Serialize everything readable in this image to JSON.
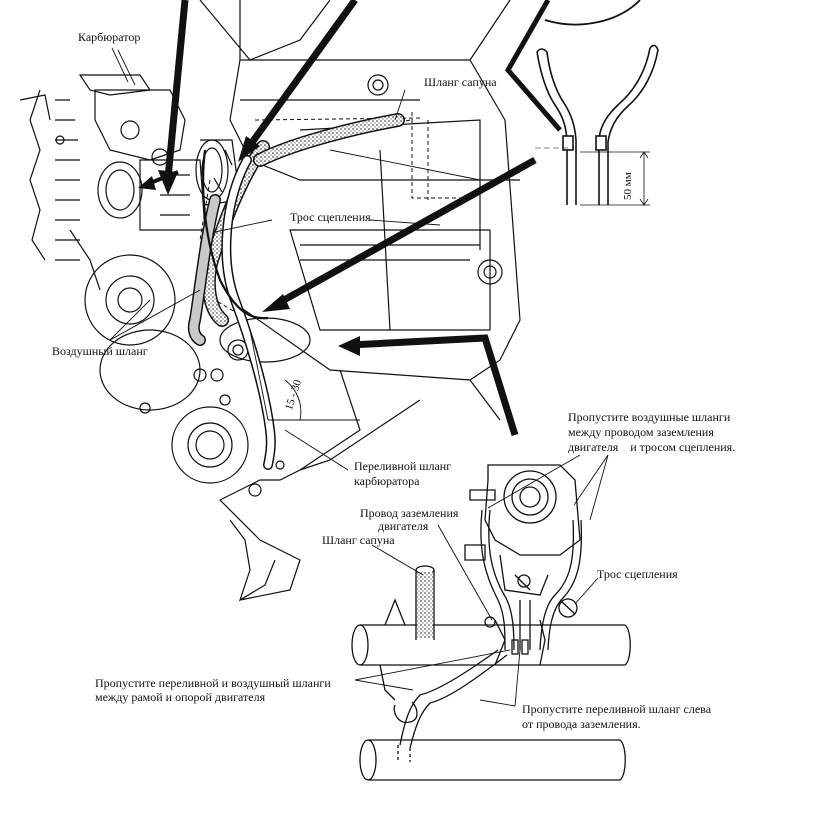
{
  "labels": {
    "carburetor": "Карбюратор",
    "breather_hose_top": "Шланг сапуна",
    "clutch_cable_top": "Трос сцепления",
    "air_hose": "Воздушный шланг",
    "overflow_hose_line1": "Переливной шланг",
    "overflow_hose_line2": "карбюратора",
    "route_air_line1": "Пропустите воздушные шланги",
    "route_air_line2": "между проводом заземления",
    "route_air_line3": "двигателя    и тросом сцепления.",
    "ground_wire_line1": "Провод заземления",
    "ground_wire_line2": "двигателя",
    "breather_hose_bottom": "Шланг сапуна",
    "clutch_cable_bottom": "Трос сцепления",
    "route_frame_line1": "Пропустите переливной и воздушный шланги",
    "route_frame_line2": "между рамой и опорой двигателя",
    "route_left_line1": "Пропустите переливной шланг слева",
    "route_left_line2": "от провода заземления."
  },
  "dimensions": {
    "length_50": "50 мм",
    "angle_range": "15 - 30"
  },
  "colors": {
    "ink": "#111111",
    "hose_fill": "#bdbdbd",
    "paper": "#ffffff"
  }
}
